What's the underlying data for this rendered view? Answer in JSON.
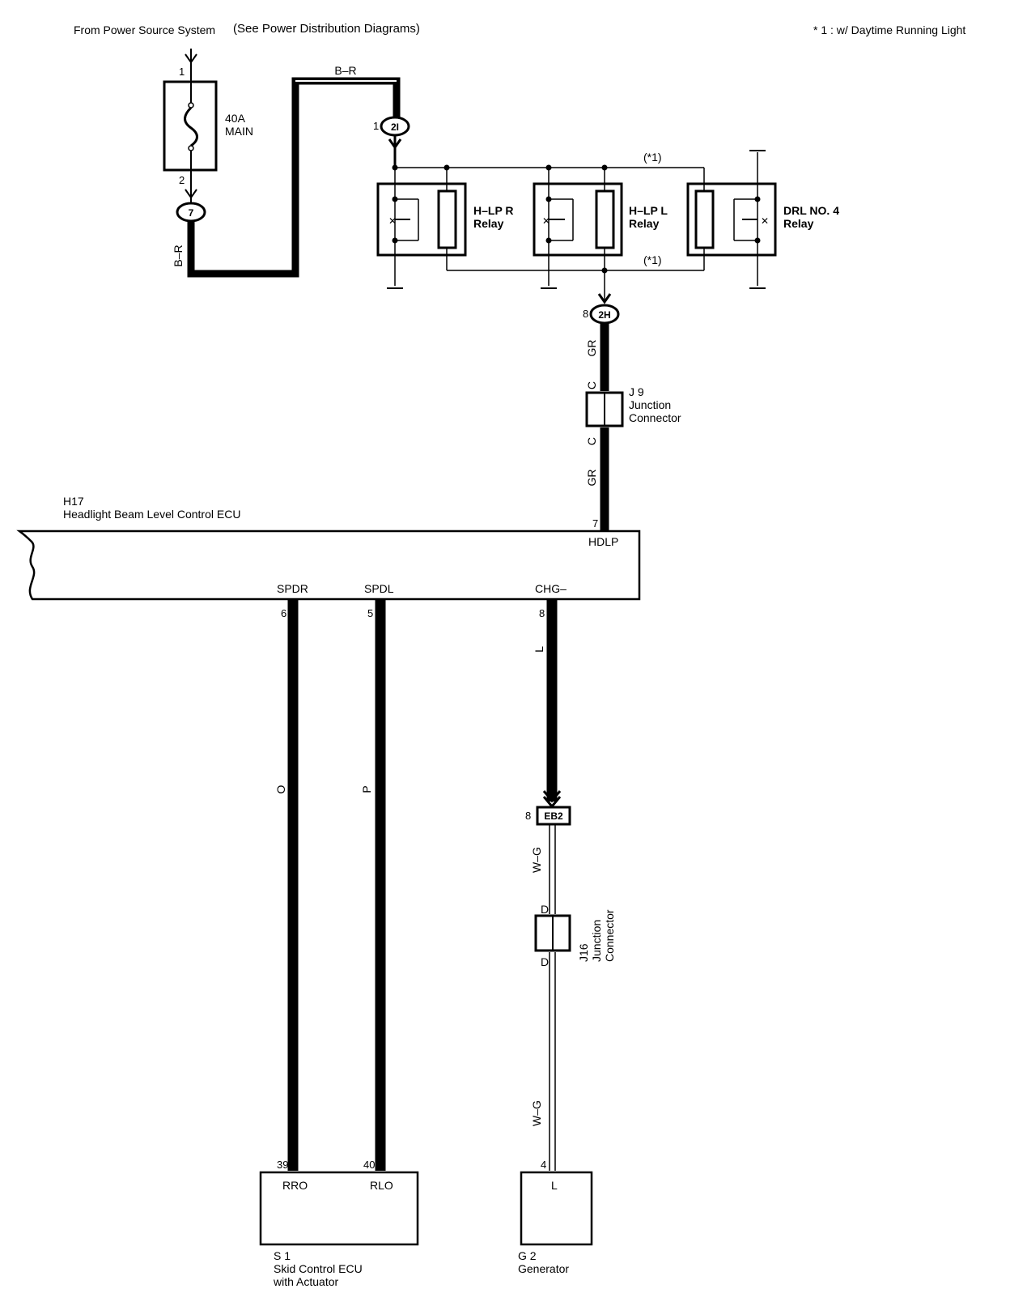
{
  "header": {
    "source_left": "From Power Source System",
    "source_right": "(See Power Distribution Diagrams)",
    "footnote": "* 1 : w/ Daytime Running Light"
  },
  "fuse": {
    "pin_top": "1",
    "pin_bottom": "2",
    "rating": "40A",
    "name": "MAIN"
  },
  "wires": {
    "b_r_top": "B–R",
    "b_r_vertical": "B–R",
    "gr_upper": "GR",
    "gr_lower": "GR",
    "o_spdr": "O",
    "p_spdl": "P",
    "l_chg": "L",
    "wg_upper": "W–G",
    "wg_lower": "W–G"
  },
  "connectors": {
    "c7": {
      "id": "7"
    },
    "c2i": {
      "id": "2I",
      "pin": "1"
    },
    "c2h": {
      "id": "2H",
      "pin": "8"
    },
    "ceb2": {
      "id": "EB2",
      "pin": "8"
    }
  },
  "relays": {
    "hlp_r": {
      "line1": "H–LP R",
      "line2": "Relay"
    },
    "hlp_l": {
      "line1": "H–LP L",
      "line2": "Relay"
    },
    "drl4": {
      "line1": "DRL NO. 4",
      "line2": "Relay"
    },
    "note_top": "(*1)",
    "note_bottom": "(*1)"
  },
  "junctions": {
    "j9": {
      "code": "J 9",
      "line1": "Junction",
      "line2": "Connector",
      "pin_top": "C",
      "pin_bottom": "C"
    },
    "j16": {
      "code": "J16",
      "line1": "Junction",
      "line2": "Connector",
      "pin_top": "D",
      "pin_bottom": "D"
    }
  },
  "ecu_h17": {
    "code": "H17",
    "name": "Headlight Beam Level Control ECU",
    "hdlp_pin": "7",
    "hdlp": "HDLP",
    "spdr": "SPDR",
    "spdr_pin": "6",
    "spdl": "SPDL",
    "spdl_pin": "5",
    "chg": "CHG–",
    "chg_pin": "8"
  },
  "skid_ecu": {
    "code": "S 1",
    "line1": "Skid Control ECU",
    "line2": "with Actuator",
    "rro_pin": "39",
    "rro": "RRO",
    "rlo_pin": "40",
    "rlo": "RLO"
  },
  "generator": {
    "code": "G 2",
    "name": "Generator",
    "pin": "4",
    "term": "L"
  }
}
